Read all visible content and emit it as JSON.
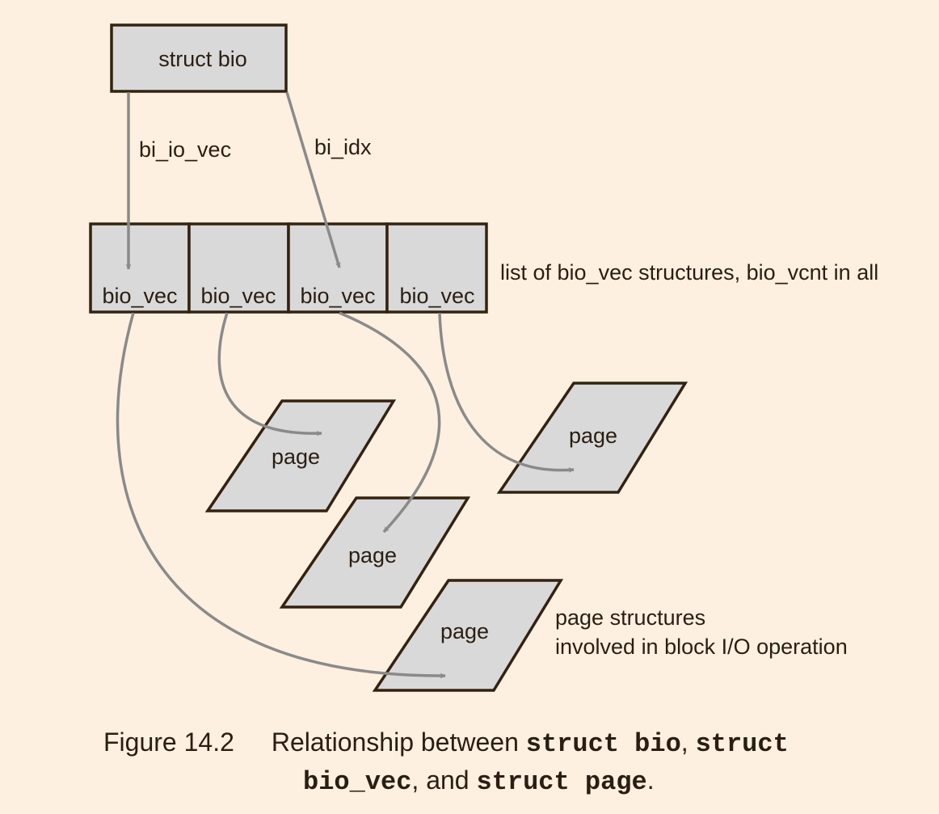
{
  "nodes": {
    "struct_bio": "struct bio",
    "bio_vec": [
      "bio_vec",
      "bio_vec",
      "bio_vec",
      "bio_vec"
    ],
    "pages": [
      "page",
      "page",
      "page",
      "page"
    ]
  },
  "edges": {
    "bi_io_vec": "bi_io_vec",
    "bi_idx": "bi_idx"
  },
  "annotations": {
    "list_note": "list of bio_vec structures, bio_vcnt in all",
    "page_note_line1": "page structures",
    "page_note_line2": "involved in block I/O operation"
  },
  "caption": {
    "label": "Figure 14.2",
    "text_prefix": "Relationship between",
    "code1": "struct bio",
    "sep1": ",",
    "code2a": "struct",
    "code2b": "bio_vec",
    "sep2": ", and",
    "code3": "struct page",
    "end": "."
  },
  "colors": {
    "background": "#fdf0e1",
    "box_fill": "#d9d9d9",
    "box_stroke": "#33220f",
    "arrow": "#8a8a8a"
  }
}
